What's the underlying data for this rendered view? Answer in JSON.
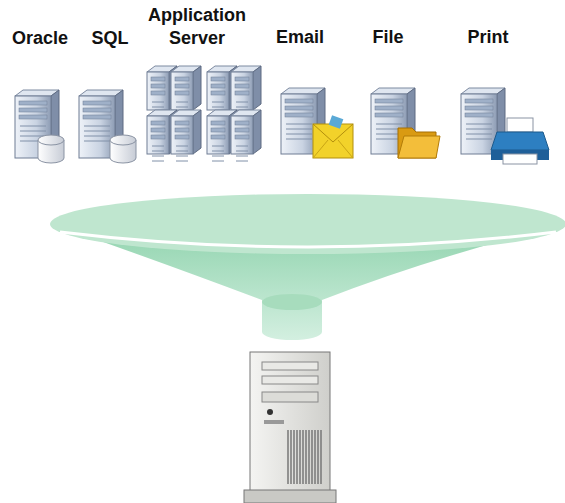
{
  "diagram": {
    "labels": [
      "Oracle",
      "SQL",
      "Application Server",
      "Email",
      "File",
      "Print"
    ]
  }
}
